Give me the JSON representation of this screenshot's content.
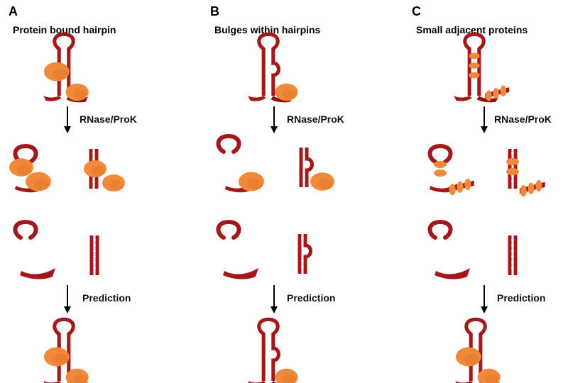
{
  "colors": {
    "rna_dark": "#a3181b",
    "rna_light": "#c8272a",
    "protein": "#f08a3a",
    "protein_shade": "#e06f22",
    "arrow": "#000000"
  },
  "panels": [
    {
      "letter": "A",
      "title": "Protein bound hairpin",
      "step1": "RNase/ProK",
      "step2": "Prediction"
    },
    {
      "letter": "B",
      "title": "Bulges within hairpins",
      "step1": "RNase/ProK",
      "step2": "Prediction"
    },
    {
      "letter": "C",
      "title": "Small adjacent proteins",
      "step1": "RNase/ProK",
      "step2": "Prediction"
    }
  ]
}
